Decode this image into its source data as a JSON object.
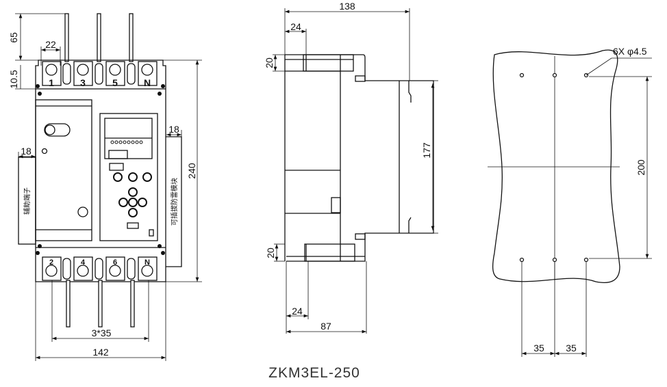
{
  "title": "ZKM3EL-250",
  "front_view": {
    "dims": {
      "wire_length": "65",
      "terminal_offset": "10.5",
      "terminal_width": "22",
      "height": "240",
      "module_width": "18",
      "aux_width": "18",
      "pole_pitch": "3*35",
      "width": "142"
    },
    "top_terminals": [
      "1",
      "3",
      "5",
      "N"
    ],
    "bottom_terminals": [
      "2",
      "4",
      "6",
      "N"
    ],
    "aux_label": "辅助端子",
    "module_label": "可插拔防雷模块"
  },
  "side_view": {
    "dims": {
      "depth": "138",
      "top_terminal_depth": "24",
      "top_terminal_height": "20",
      "body_height": "177",
      "bottom_terminal_height": "20",
      "bottom_terminal_depth": "24",
      "base_depth": "87"
    }
  },
  "mounting_view": {
    "holes_label": "6X φ4.5",
    "dims": {
      "vertical_spacing": "200",
      "left_spacing": "35",
      "right_spacing": "35"
    }
  }
}
